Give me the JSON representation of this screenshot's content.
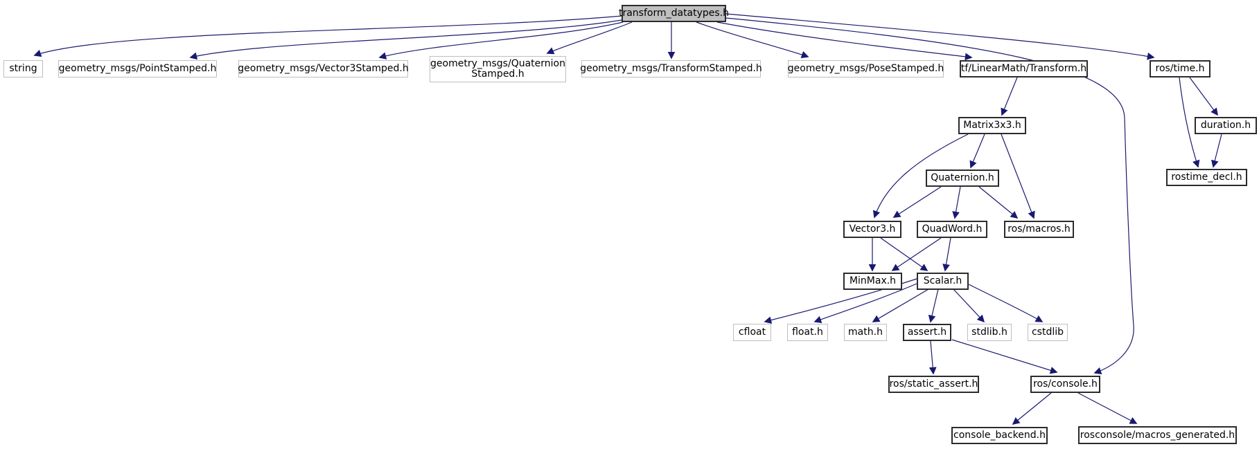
{
  "diagram": {
    "type": "include-dependency-graph",
    "title": "transform_datatypes.h include graph",
    "root": "transform_datatypes",
    "colors": {
      "edge": "#191970",
      "root_fill": "#BFBFBF",
      "linked_border": "#2b2b2b",
      "plain_border": "#BEBEBE",
      "background": "#ffffff",
      "text": "#000000"
    },
    "nodes": [
      {
        "id": "transform_datatypes",
        "label": "transform_datatypes.h",
        "linked": false,
        "role": "root"
      },
      {
        "id": "string",
        "label": "string",
        "linked": false
      },
      {
        "id": "point_stamped",
        "label": "geometry_msgs/PointStamped.h",
        "linked": false
      },
      {
        "id": "vector3_stamped",
        "label": "geometry_msgs/Vector3Stamped.h",
        "linked": false
      },
      {
        "id": "quaternion_stamped",
        "label": "geometry_msgs/Quaternion\nStamped.h",
        "linked": false
      },
      {
        "id": "transform_stamped",
        "label": "geometry_msgs/TransformStamped.h",
        "linked": false
      },
      {
        "id": "pose_stamped",
        "label": "geometry_msgs/PoseStamped.h",
        "linked": false
      },
      {
        "id": "tf_transform",
        "label": "tf/LinearMath/Transform.h",
        "linked": true
      },
      {
        "id": "ros_time",
        "label": "ros/time.h",
        "linked": true
      },
      {
        "id": "matrix3x3",
        "label": "Matrix3x3.h",
        "linked": true
      },
      {
        "id": "duration",
        "label": "duration.h",
        "linked": true
      },
      {
        "id": "quaternion",
        "label": "Quaternion.h",
        "linked": true
      },
      {
        "id": "rostime_decl",
        "label": "rostime_decl.h",
        "linked": true
      },
      {
        "id": "vector3",
        "label": "Vector3.h",
        "linked": true
      },
      {
        "id": "quadword",
        "label": "QuadWord.h",
        "linked": true
      },
      {
        "id": "ros_macros",
        "label": "ros/macros.h",
        "linked": true
      },
      {
        "id": "minmax",
        "label": "MinMax.h",
        "linked": true
      },
      {
        "id": "scalar",
        "label": "Scalar.h",
        "linked": true
      },
      {
        "id": "cfloat",
        "label": "cfloat",
        "linked": false
      },
      {
        "id": "float_h",
        "label": "float.h",
        "linked": false
      },
      {
        "id": "math_h",
        "label": "math.h",
        "linked": false
      },
      {
        "id": "assert_h",
        "label": "assert.h",
        "linked": true
      },
      {
        "id": "stdlib_h",
        "label": "stdlib.h",
        "linked": false
      },
      {
        "id": "cstdlib",
        "label": "cstdlib",
        "linked": false
      },
      {
        "id": "ros_static_assert",
        "label": "ros/static_assert.h",
        "linked": true
      },
      {
        "id": "ros_console",
        "label": "ros/console.h",
        "linked": true
      },
      {
        "id": "console_backend",
        "label": "console_backend.h",
        "linked": true
      },
      {
        "id": "rosconsole_macros_generated",
        "label": "rosconsole/macros_generated.h",
        "linked": true
      }
    ],
    "edges": [
      {
        "from": "transform_datatypes",
        "to": "string"
      },
      {
        "from": "transform_datatypes",
        "to": "point_stamped"
      },
      {
        "from": "transform_datatypes",
        "to": "vector3_stamped"
      },
      {
        "from": "transform_datatypes",
        "to": "quaternion_stamped"
      },
      {
        "from": "transform_datatypes",
        "to": "transform_stamped"
      },
      {
        "from": "transform_datatypes",
        "to": "pose_stamped"
      },
      {
        "from": "transform_datatypes",
        "to": "tf_transform"
      },
      {
        "from": "transform_datatypes",
        "to": "ros_time"
      },
      {
        "from": "transform_datatypes",
        "to": "ros_console"
      },
      {
        "from": "tf_transform",
        "to": "matrix3x3"
      },
      {
        "from": "matrix3x3",
        "to": "quaternion"
      },
      {
        "from": "matrix3x3",
        "to": "vector3"
      },
      {
        "from": "matrix3x3",
        "to": "ros_macros"
      },
      {
        "from": "quaternion",
        "to": "vector3"
      },
      {
        "from": "quaternion",
        "to": "quadword"
      },
      {
        "from": "quaternion",
        "to": "ros_macros"
      },
      {
        "from": "vector3",
        "to": "minmax"
      },
      {
        "from": "vector3",
        "to": "scalar"
      },
      {
        "from": "quadword",
        "to": "minmax"
      },
      {
        "from": "quadword",
        "to": "scalar"
      },
      {
        "from": "scalar",
        "to": "cfloat"
      },
      {
        "from": "scalar",
        "to": "float_h"
      },
      {
        "from": "scalar",
        "to": "math_h"
      },
      {
        "from": "scalar",
        "to": "assert_h"
      },
      {
        "from": "scalar",
        "to": "stdlib_h"
      },
      {
        "from": "scalar",
        "to": "cstdlib"
      },
      {
        "from": "assert_h",
        "to": "ros_static_assert"
      },
      {
        "from": "assert_h",
        "to": "ros_console"
      },
      {
        "from": "ros_console",
        "to": "console_backend"
      },
      {
        "from": "ros_console",
        "to": "rosconsole_macros_generated"
      },
      {
        "from": "ros_time",
        "to": "duration"
      },
      {
        "from": "ros_time",
        "to": "rostime_decl"
      },
      {
        "from": "duration",
        "to": "rostime_decl"
      }
    ]
  }
}
